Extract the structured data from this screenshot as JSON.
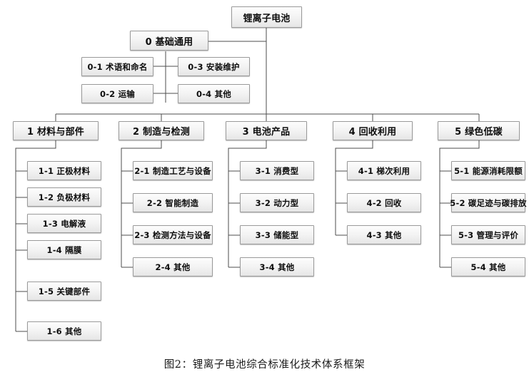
{
  "figure": {
    "caption": "图2：锂离子电池综合标准化技术体系框架"
  },
  "diagram": {
    "type": "organizational-tree",
    "root": {
      "label": "锂离子电池"
    },
    "general_branch": {
      "label": "0 基础通用",
      "children": [
        {
          "label": "0-1 术语和命名"
        },
        {
          "label": "0-3 安装维护"
        },
        {
          "label": "0-2 运输"
        },
        {
          "label": "0-4 其他"
        }
      ]
    },
    "columns": [
      {
        "label": "1 材料与部件",
        "children": [
          {
            "label": "1-1 正极材料"
          },
          {
            "label": "1-2 负极材料"
          },
          {
            "label": "1-3 电解液"
          },
          {
            "label": "1-4 隔膜"
          },
          {
            "label": "1-5 关键部件"
          },
          {
            "label": "1-6 其他"
          }
        ]
      },
      {
        "label": "2 制造与检测",
        "children": [
          {
            "label": "2-1 制造工艺与设备"
          },
          {
            "label": "2-2 智能制造"
          },
          {
            "label": "2-3 检测方法与设备"
          },
          {
            "label": "2-4 其他"
          }
        ]
      },
      {
        "label": "3 电池产品",
        "children": [
          {
            "label": "3-1 消费型"
          },
          {
            "label": "3-2 动力型"
          },
          {
            "label": "3-3 储能型"
          },
          {
            "label": "3-4 其他"
          }
        ]
      },
      {
        "label": "4 回收利用",
        "children": [
          {
            "label": "4-1 梯次利用"
          },
          {
            "label": "4-2 回收"
          },
          {
            "label": "4-3 其他"
          }
        ]
      },
      {
        "label": "5 绿色低碳",
        "children": [
          {
            "label": "5-1 能源消耗限额"
          },
          {
            "label": "5-2 碳足迹与碳排放"
          },
          {
            "label": "5-3 管理与评价"
          },
          {
            "label": "5-4 其他"
          }
        ]
      }
    ]
  },
  "colors": {
    "box_border": "#9a9a9a",
    "box_fill_top": "#fdfdfd",
    "box_fill_bottom": "#e6e6e6",
    "line": "#4d4d4d",
    "text": "#0d0d0d",
    "background": "#ffffff"
  }
}
